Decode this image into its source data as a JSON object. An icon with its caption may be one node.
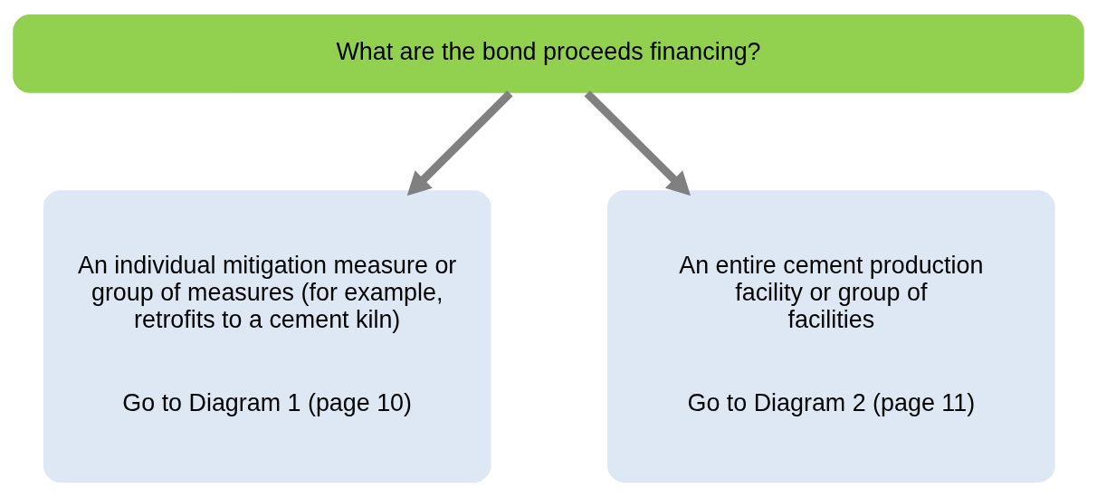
{
  "diagram": {
    "nodes": [
      {
        "text": [
          "What are the bond proceeds financing?"
        ]
      },
      {
        "text": [
          "An individual mitigation measure or group of measures (for example, retrofits to a cement kiln)",
          "Go to Diagram 1 (page 10)"
        ]
      },
      {
        "text": [
          "An entire cement production facility or group of facilities",
          "Go to Diagram 2 (page 11)"
        ]
      }
    ],
    "edges": [
      {
        "from": 0,
        "to": 1,
        "arrow": "to"
      },
      {
        "from": 0,
        "to": 2,
        "arrow": "to"
      }
    ]
  }
}
